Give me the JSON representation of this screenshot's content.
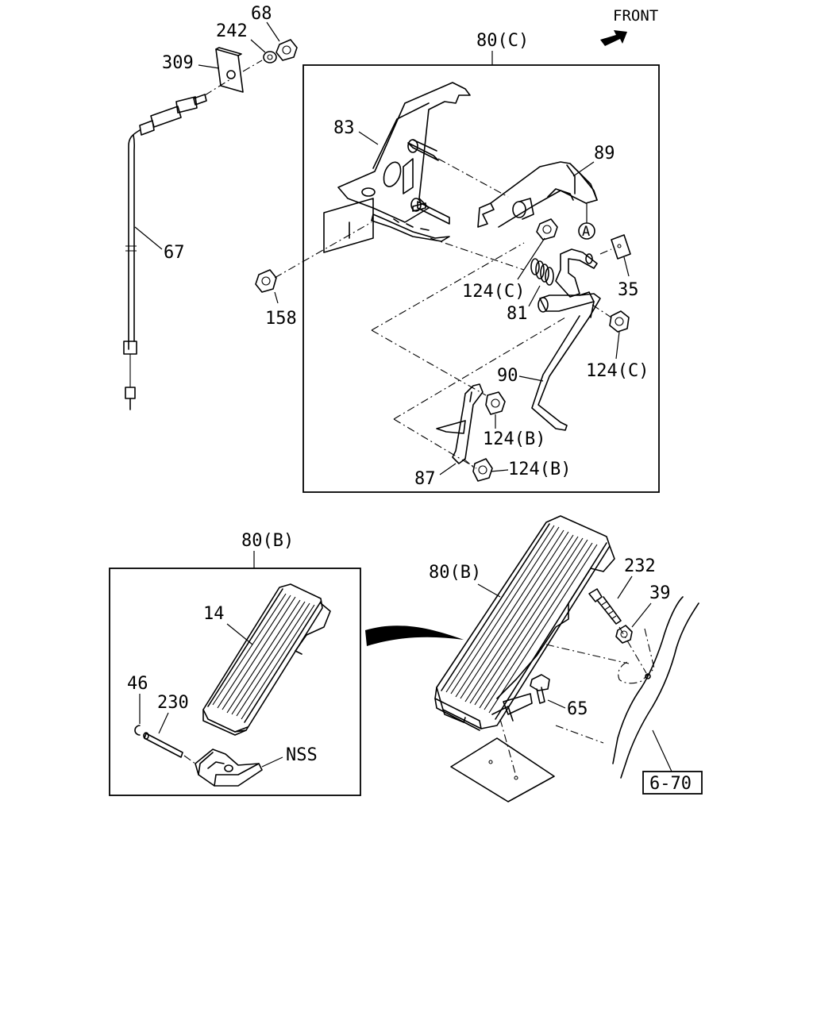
{
  "front_label": "FRONT",
  "top_group_label": "80(C)",
  "bottom_group_label": "80(B)",
  "assembly_label": "80(B)",
  "reference_box": "6-70",
  "circled_marker": "A",
  "callouts": {
    "c68": "68",
    "c242": "242",
    "c309": "309",
    "c67": "67",
    "c83": "83",
    "c89": "89",
    "c158": "158",
    "c124c_1": "124(C)",
    "c81": "81",
    "c35": "35",
    "c124c_2": "124(C)",
    "c90": "90",
    "c124b_1": "124(B)",
    "c87": "87",
    "c124b_2": "124(B)",
    "c14": "14",
    "c46": "46",
    "c230": "230",
    "cNSS": "NSS",
    "c232": "232",
    "c39": "39",
    "c65": "65"
  }
}
